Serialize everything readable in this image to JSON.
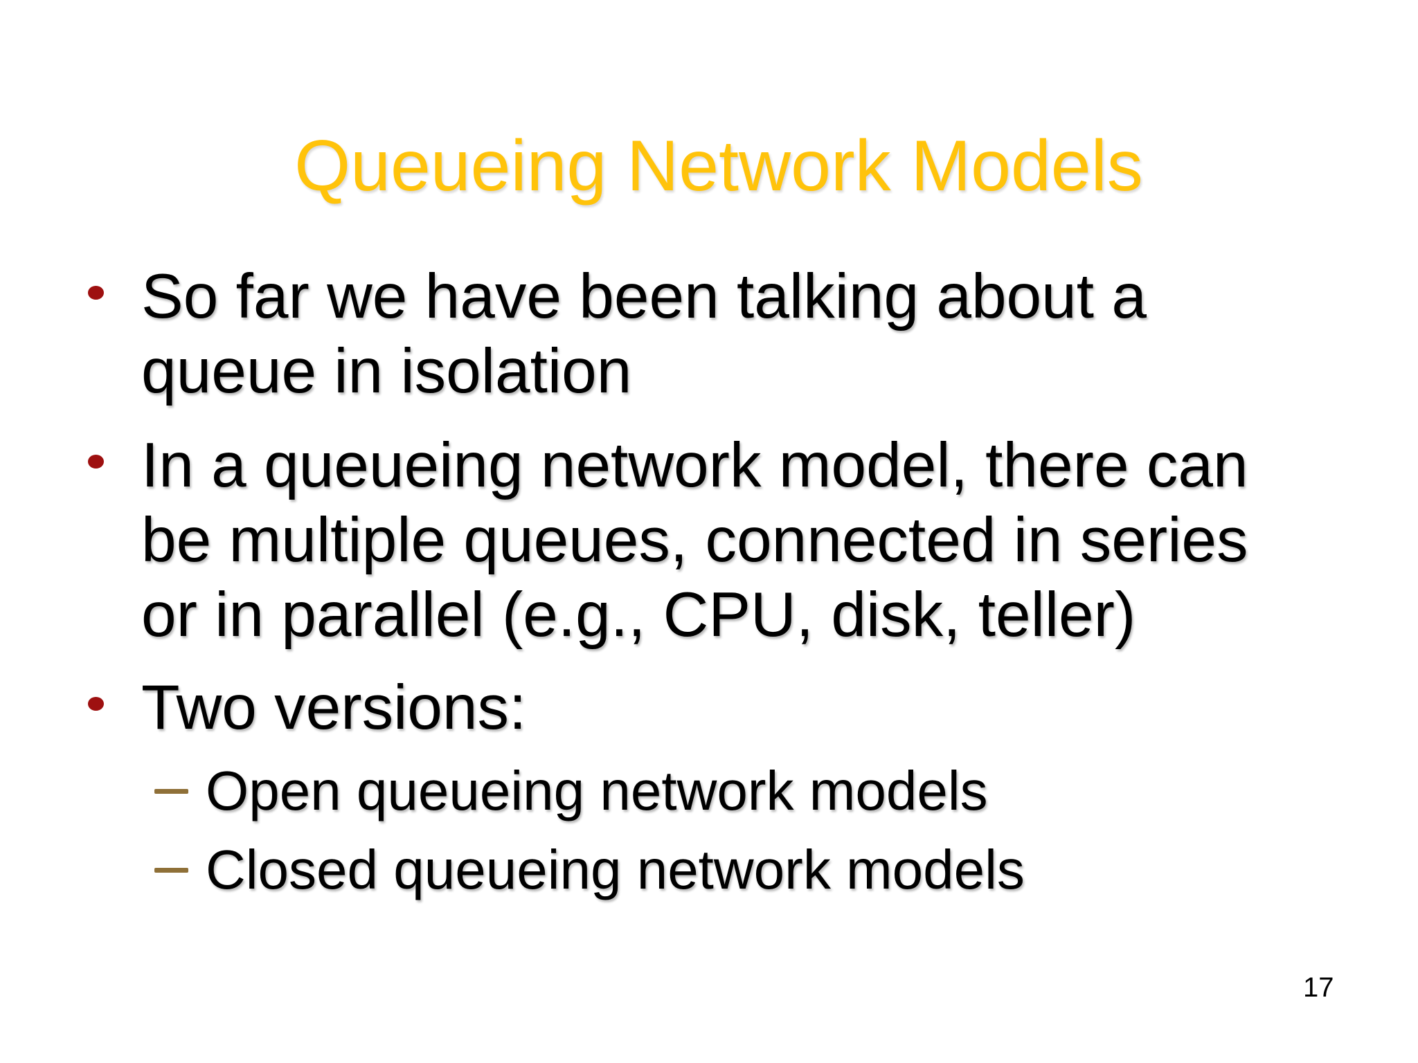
{
  "slide": {
    "title": "Queueing Network Models",
    "bullets": [
      {
        "level": 1,
        "marker": "red-dot",
        "lines": [
          "So far we have been talking about a",
          "queue in isolation"
        ]
      },
      {
        "level": 1,
        "marker": "red-dot",
        "lines": [
          "In a queueing network model, there can",
          "be multiple queues, connected in series",
          "or in parallel (e.g., CPU, disk, teller)"
        ]
      },
      {
        "level": 1,
        "marker": "red-dot",
        "lines": [
          "Two versions:"
        ]
      },
      {
        "level": 2,
        "marker": "brown-dash",
        "lines": [
          "Open queueing network models"
        ]
      },
      {
        "level": 2,
        "marker": "brown-dash",
        "lines": [
          "Closed queueing network models"
        ]
      }
    ],
    "page_number": "17",
    "colors": {
      "title": "#FFC30B",
      "bullet_dot": "#9E1010",
      "sub_dash": "#8F7038",
      "body_text": "#000000",
      "background": "#FFFFFF"
    }
  }
}
